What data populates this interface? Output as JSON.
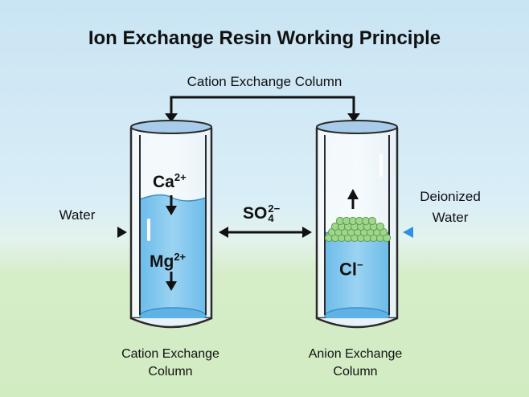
{
  "title": "Ion Exchange Resin Working Principle",
  "top_label": "Cation Exchange Column",
  "inlet_label": "Water",
  "outlet_label_line1": "Deionized",
  "outlet_label_line2": "Water",
  "left_caption_line1": "Cation Exchange",
  "left_caption_line2": "Column",
  "right_caption_line1": "Anion Exchange",
  "right_caption_line2": "Column",
  "ions": {
    "calcium_symbol": "Ca",
    "calcium_charge": "2+",
    "magnesium_symbol": "Mg",
    "magnesium_charge": "2+",
    "sulfate_symbol": "SO",
    "sulfate_subscript": "4",
    "sulfate_charge": "2−",
    "chloride_symbol": "Cl",
    "chloride_charge": "−"
  },
  "colors": {
    "water": "#8fcdf0",
    "water_dark": "#5fb2e6",
    "resin_bead": "#9ed68a",
    "inlet_arrow": "#5ab4ec",
    "outlet_arrow": "#2e8fe8",
    "lid": "#a7cbe8"
  }
}
